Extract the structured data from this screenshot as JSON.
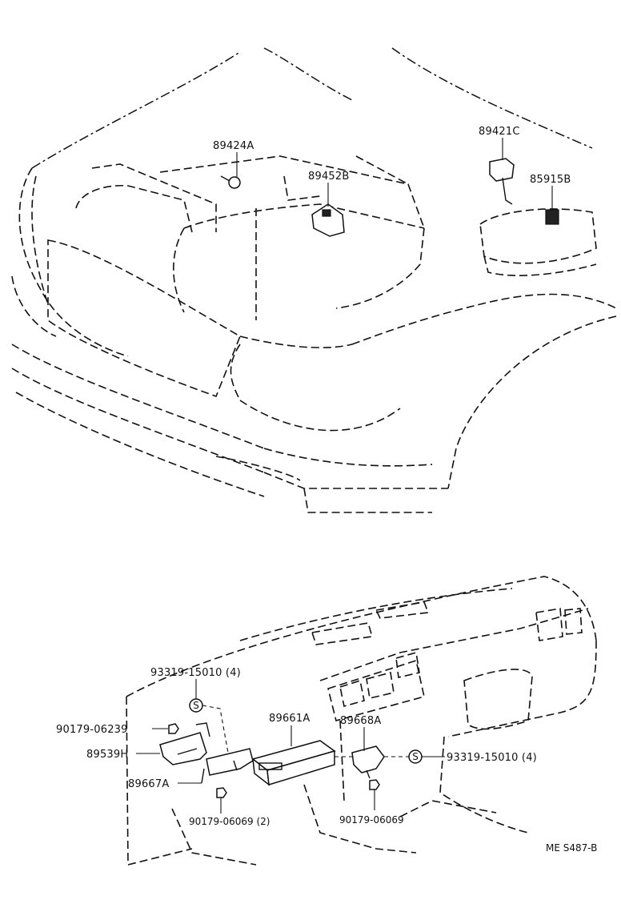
{
  "diagram": {
    "labels": {
      "p89424A": "89424A",
      "p89452B": "89452B",
      "p89421C": "89421C",
      "p85915B": "85915B",
      "p93319_top": "93319-15010 (4)",
      "p90179_06239": "90179-06239",
      "p89539H": "89539H",
      "p89667A": "89667A",
      "p89661A": "89661A",
      "p89668A": "89668A",
      "p93319_right": "93319-15010 (4)",
      "p90179_06069_2": "90179-06069 (2)",
      "p90179_06069": "90179-06069"
    },
    "screw_marks": [
      "S",
      "S"
    ],
    "drawing_code": "ME S487-B"
  }
}
